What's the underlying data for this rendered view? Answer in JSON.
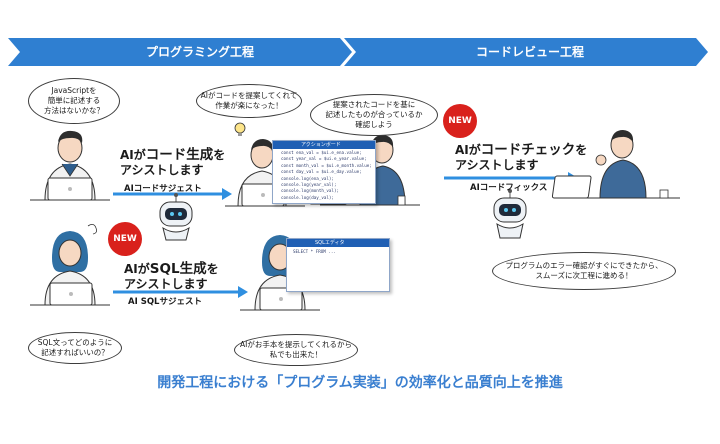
{
  "header": {
    "programming_stage": "プログラミング工程",
    "code_review_stage": "コードレビュー工程"
  },
  "bubbles": {
    "js_question": "JavaScriptを\n簡単に記述する\n方法はないかな？",
    "ai_proposal": "AIがコードを提案してくれて\n作業が楽になった！",
    "reviewer_check": "提案されたコードを基に\n記述したものが合っているか\n確認しよう",
    "sql_question": "SQL文ってどのように\n記述すればいいの？",
    "ai_example": "AIがお手本を提示してくれるから\n私でも出来た！",
    "error_check": "プログラムのエラー確認がすぐにできたから、\nスムーズに次工程に進める！"
  },
  "features": {
    "code_gen": {
      "ai": "AIが",
      "key": "コード生成",
      "rest1": "を",
      "line2": "アシストします",
      "name": "AIコードサジェスト"
    },
    "sql_gen": {
      "ai": "AIが",
      "key": "SQL生成",
      "rest1": "を",
      "line2": "アシストします",
      "name": "AI SQLサジェスト"
    },
    "code_check": {
      "ai": "AIが",
      "key": "コードチェック",
      "rest1": "を",
      "line2": "アシストします",
      "name": "AIコードフィックス"
    }
  },
  "badges": {
    "sql_new": "NEW",
    "check_new": "NEW"
  },
  "code_panel": {
    "title": "アクションボード",
    "lines": [
      "const ena_val = $ui.e_ena.value;",
      "const year_val = $ui.e_year.value;",
      "const month_val = $ui.e_month.value;",
      "const day_val = $ui.e_day.value;",
      "console.log(ena_val);",
      "console.log(year_val);",
      "console.log(month_val);",
      "console.log(day_val);"
    ]
  },
  "sql_panel": {
    "title": "SQLエディタ",
    "lines": [
      "SELECT * FROM ...",
      "",
      "",
      ""
    ]
  },
  "footer": {
    "tagline": "開発工程における「プログラム実装」の効率化と品質向上を推進"
  },
  "colors": {
    "header_blue": "#2f7fd1",
    "arrow_blue": "#2f8fe0",
    "accent_red": "#d9211c",
    "footer_blue": "#3a7fd0"
  }
}
